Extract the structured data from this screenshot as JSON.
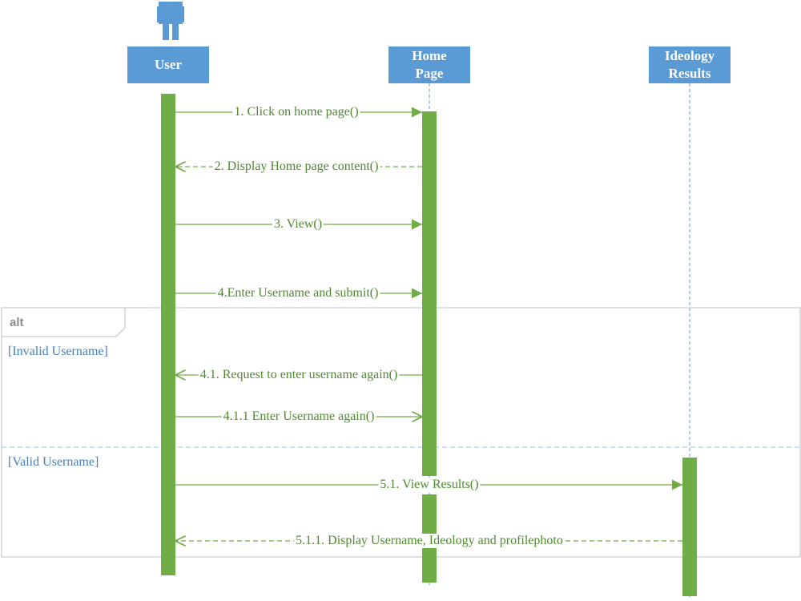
{
  "participants": [
    {
      "id": "user",
      "label": "User"
    },
    {
      "id": "home",
      "label": "Home\nPage"
    },
    {
      "id": "ideology",
      "label": "Ideology\nResults"
    }
  ],
  "messages": [
    {
      "label": "1. Click on home page()",
      "from": "user",
      "to": "home",
      "style": "sync"
    },
    {
      "label": "2. Display Home page content()",
      "from": "home",
      "to": "user",
      "style": "return"
    },
    {
      "label": "3. View()",
      "from": "user",
      "to": "home",
      "style": "sync"
    },
    {
      "label": "4.Enter Username and submit()",
      "from": "user",
      "to": "home",
      "style": "sync"
    },
    {
      "label": "4.1. Request to enter username again()",
      "from": "home",
      "to": "user",
      "style": "async"
    },
    {
      "label": "4.1.1 Enter Username again()",
      "from": "user",
      "to": "home",
      "style": "async"
    },
    {
      "label": "5.1. View Results()",
      "from": "user",
      "to": "ideology",
      "style": "sync"
    },
    {
      "label": "5.1.1. Display Username, Ideology and profilephoto",
      "from": "ideology",
      "to": "user",
      "style": "return"
    }
  ],
  "fragment": {
    "operator": "alt",
    "guards": [
      "[Invalid Username]",
      "[Valid Username]"
    ]
  },
  "colors": {
    "header_fill": "#5b9bd5",
    "activation": "#70ad47",
    "message_line": "#70ad47",
    "message_text": "#4f8a2f",
    "lifeline": "#5b9bd5",
    "frame": "#bfbfbf",
    "guard_text": "#4a7fb5"
  }
}
